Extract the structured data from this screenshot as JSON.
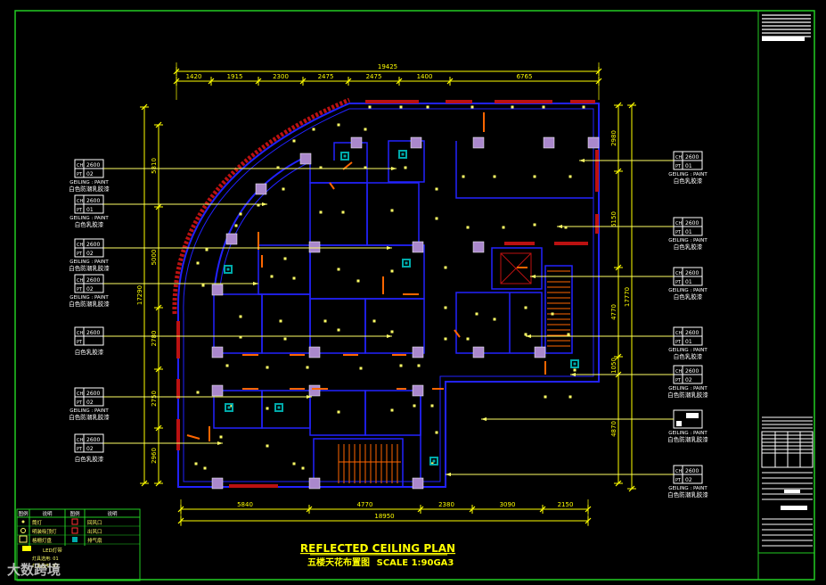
{
  "drawing": {
    "title_en": "REFLECTED CEILING PLAN",
    "title_cn": "五楼天花布置图",
    "scale": "SCALE 1:90GA3"
  },
  "dimensions": {
    "top_total": "19425",
    "top": [
      "1420",
      "1915",
      "2300",
      "2475",
      "2475",
      "1400",
      "6765"
    ],
    "bottom_total": "18950",
    "bottom": [
      "5840",
      "4770",
      "2380",
      "3090",
      "2150"
    ],
    "left_total": "17290",
    "left": [
      "5810",
      "5000",
      "2780",
      "2750",
      "2960"
    ],
    "right_total": "17770",
    "right": [
      "2980",
      "5150",
      "4770",
      "1050",
      "4870"
    ]
  },
  "tags_left": [
    {
      "ch": "2600",
      "code": "02",
      "lab1": "GEILING : PAINT",
      "lab2": "白色防潮乳胶漆"
    },
    {
      "ch": "2600",
      "code": "01",
      "lab1": "GEILING : PAINT",
      "lab2": "白色乳胶漆"
    },
    {
      "ch": "2600",
      "code": "02",
      "lab1": "GEILING : PAINT",
      "lab2": "白色防潮乳胶漆"
    },
    {
      "ch": "2600",
      "code": "02",
      "lab1": "GEILING : PAINT",
      "lab2": "白色防潮乳胶漆"
    },
    {
      "ch": "2600",
      "code": "",
      "lab1": "",
      "lab2": "白色乳胶漆"
    },
    {
      "ch": "2600",
      "code": "02",
      "lab1": "GEILING : PAINT",
      "lab2": "白色防潮乳胶漆"
    },
    {
      "ch": "2600",
      "code": "02",
      "lab1": "",
      "lab2": "白色乳胶漆"
    }
  ],
  "tags_right": [
    {
      "ch": "2600",
      "code": "01",
      "lab1": "GEILING : PAINT",
      "lab2": "白色乳胶漆"
    },
    {
      "ch": "2600",
      "code": "01",
      "lab1": "GEILING : PAINT",
      "lab2": "白色乳胶漆"
    },
    {
      "ch": "2600",
      "code": "01",
      "lab1": "GEILING : PAINT",
      "lab2": "白色乳胶漆"
    },
    {
      "ch": "2600",
      "code": "01",
      "lab1": "GEILING : PAINT",
      "lab2": "白色乳胶漆"
    },
    {
      "ch": "2600",
      "code": "02",
      "lab1": "GEILING : PAINT",
      "lab2": "白色防潮乳胶漆"
    },
    {
      "ch": "",
      "code": "",
      "lab1": "GEILING : PAINT",
      "lab2": "白色防潮乳胶漆"
    },
    {
      "ch": "2600",
      "code": "02",
      "lab1": "GEILING : PAINT",
      "lab2": "白色防潮乳胶漆"
    }
  ],
  "legend": {
    "headers": [
      "图例",
      "说明",
      "图例",
      "说明"
    ],
    "rows": [
      [
        "",
        "筒灯",
        "",
        "回风口"
      ],
      [
        "",
        "明装吸顶灯",
        "",
        "出风口"
      ],
      [
        "",
        "格栅灯盘",
        "",
        "排气扇"
      ]
    ],
    "note": "LED灯带",
    "lines": [
      "灯具选用: 01",
      "灯具选用: 02"
    ]
  },
  "watermark": "大数跨境",
  "colors": {
    "border": "#22cc22",
    "wall": "#2222ff",
    "dim": "#ffff00",
    "leader": "#ffff66",
    "column": "#aa88cc",
    "door": "#ff6600",
    "curtain": "#bb1111",
    "diffuser": "#00aaaa"
  }
}
